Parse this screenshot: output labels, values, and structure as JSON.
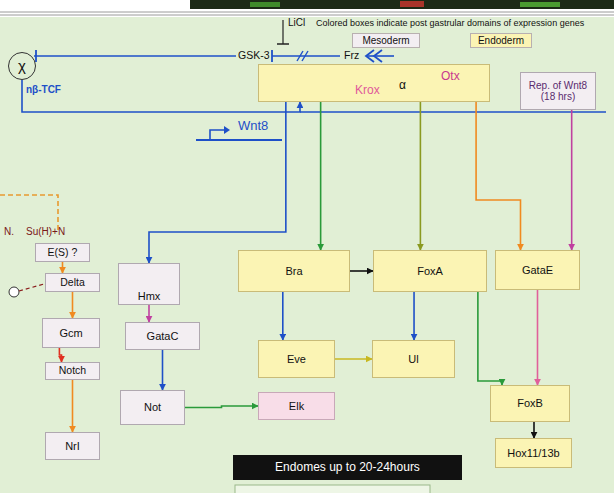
{
  "diagram": {
    "title": "Colored boxes indicate post gastrular domains of expression genes",
    "nodes": [
      {
        "text": [
          "χ"
        ]
      },
      {
        "text": [
          "Krox",
          "α",
          "Otx"
        ]
      },
      {
        "text": [
          "Rep. of Wnt8 (18 hrs)"
        ]
      },
      {
        "text": [
          "E(S) ?"
        ]
      },
      {
        "text": [
          "Delta"
        ]
      },
      {
        "text": [
          "Hmx"
        ]
      },
      {
        "text": [
          "Bra"
        ]
      },
      {
        "text": [
          "FoxA"
        ]
      },
      {
        "text": [
          "GataE"
        ]
      },
      {
        "text": [
          "Gcm"
        ]
      },
      {
        "text": [
          "GataC"
        ]
      },
      {
        "text": [
          "Eve"
        ]
      },
      {
        "text": [
          "Ul"
        ]
      },
      {
        "text": [
          "Notch"
        ]
      },
      {
        "text": [
          "Not"
        ]
      },
      {
        "text": [
          "Elk"
        ]
      },
      {
        "text": [
          "FoxB"
        ]
      },
      {
        "text": [
          "NrI"
        ]
      },
      {
        "text": [
          "Hox11/13b"
        ]
      },
      {
        "text": [
          "Endomes up to 20-24hours"
        ]
      }
    ],
    "edges": [
      {
        "from": 0,
        "to": 1,
        "arrow": "to"
      },
      {
        "from": 1,
        "to": 6,
        "arrow": "to"
      },
      {
        "from": 1,
        "to": 7,
        "arrow": "to"
      },
      {
        "from": 1,
        "to": 8,
        "arrow": "to"
      },
      {
        "from": 2,
        "to": 8,
        "arrow": "to"
      },
      {
        "from": 1,
        "to": 5,
        "arrow": "to"
      },
      {
        "from": 6,
        "to": 7,
        "arrow": "to"
      },
      {
        "from": 6,
        "to": 11,
        "arrow": "to"
      },
      {
        "from": 7,
        "to": 12,
        "arrow": "to"
      },
      {
        "from": 11,
        "to": 12,
        "arrow": "to"
      },
      {
        "from": 7,
        "to": 16,
        "arrow": "to"
      },
      {
        "from": 8,
        "to": 16,
        "arrow": "to"
      },
      {
        "from": 16,
        "to": 18,
        "arrow": "to"
      },
      {
        "from": 4,
        "to": 9,
        "arrow": "to"
      },
      {
        "from": 9,
        "to": 13,
        "arrow": "to"
      },
      {
        "from": 13,
        "to": 17,
        "arrow": "to"
      },
      {
        "from": 5,
        "to": 10,
        "arrow": "to"
      },
      {
        "from": 10,
        "to": 14,
        "arrow": "to"
      },
      {
        "from": 14,
        "to": 15,
        "arrow": "to"
      },
      {
        "from": 3,
        "to": 4,
        "arrow": "to"
      }
    ],
    "labels": [
      "LiCl",
      "GSK-3",
      "Frz",
      "nβ-TCF",
      "Wnt8",
      "N.",
      "Su(H)+N"
    ],
    "legend": [
      {
        "text": "Mesoderm",
        "color": "#f3eef2"
      },
      {
        "text": "Endoderm",
        "color": "#fbf4b4"
      }
    ]
  }
}
